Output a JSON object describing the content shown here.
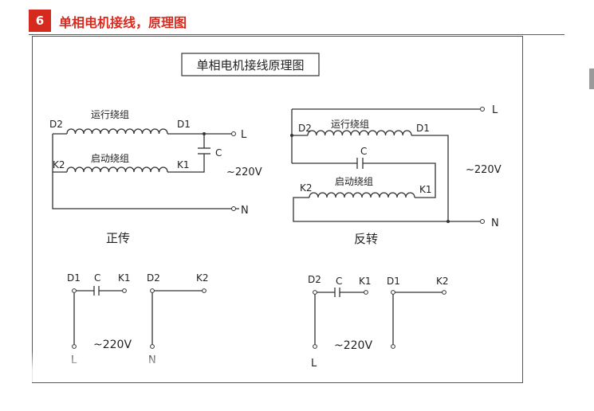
{
  "header": {
    "number": "6",
    "title": "单相电机接线，原理图"
  },
  "diagram": {
    "title": "单相电机接线原理图",
    "forward": {
      "caption": "正传",
      "run_winding": "运行绕组",
      "start_winding": "启动绕组",
      "D2": "D2",
      "D1": "D1",
      "K2": "K2",
      "K1": "K1",
      "L": "L",
      "N": "N",
      "C": "C",
      "voltage": "~220V"
    },
    "reverse": {
      "caption": "反转",
      "run_winding": "运行绕组",
      "start_winding": "启动绕组",
      "D2": "D2",
      "D1": "D1",
      "K2": "K2",
      "K1": "K1",
      "L": "L",
      "N": "N",
      "C": "C",
      "voltage": "~220V"
    },
    "forward_terminals": {
      "D1": "D1",
      "C": "C",
      "K1": "K1",
      "D2": "D2",
      "K2": "K2",
      "L": "L",
      "N": "N",
      "voltage": "~220V"
    },
    "reverse_terminals": {
      "D2": "D2",
      "C": "C",
      "K1": "K1",
      "D1": "D1",
      "K2": "K2",
      "L": "L",
      "voltage": "~220V"
    }
  }
}
